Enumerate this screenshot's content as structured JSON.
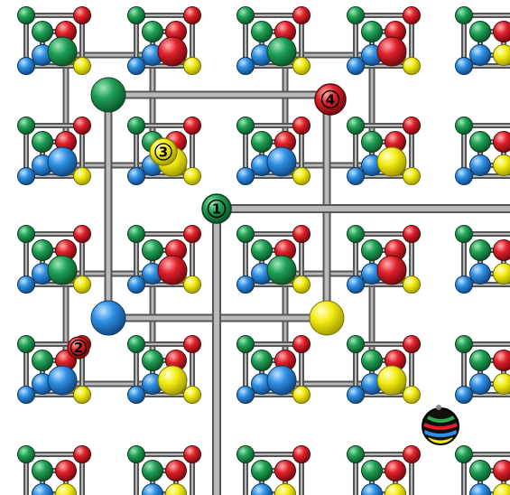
{
  "numbers": {
    "n1": "1",
    "n2": "2",
    "n3": "3",
    "n4": "4"
  },
  "colors": {
    "green": "#1f9f55",
    "red": "#e0202a",
    "blue": "#2e8fe3",
    "yellow": "#f3ec14",
    "rod": "#8a8a8a",
    "background": "#ffffff"
  },
  "icons": {
    "logo": "striped-sphere-logo"
  }
}
